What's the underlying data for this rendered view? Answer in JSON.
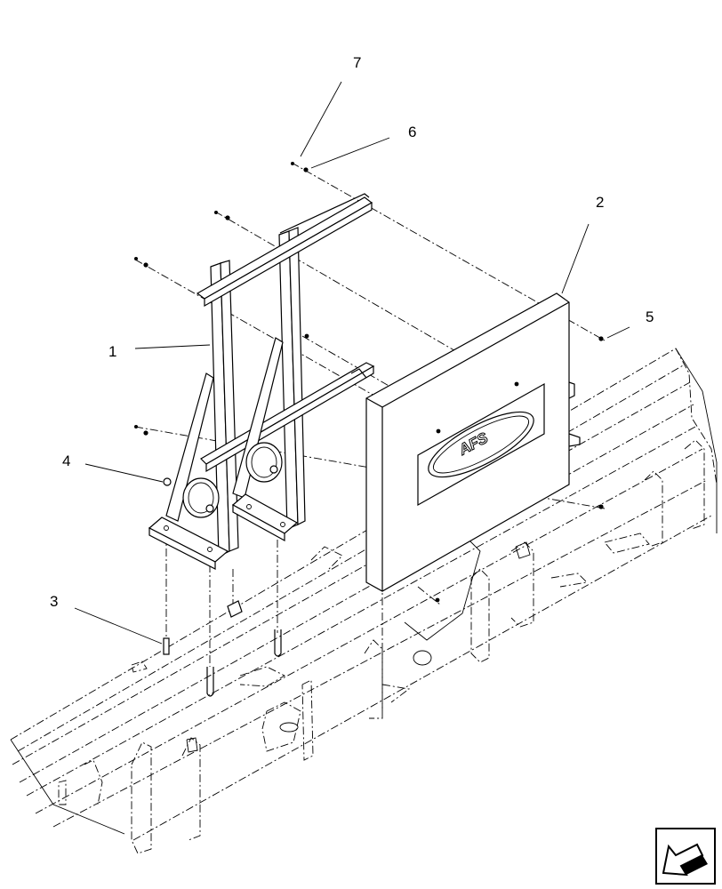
{
  "diagram": {
    "callouts": [
      {
        "id": "7",
        "label": "7"
      },
      {
        "id": "6",
        "label": "6"
      },
      {
        "id": "2",
        "label": "2"
      },
      {
        "id": "5",
        "label": "5"
      },
      {
        "id": "1",
        "label": "1"
      },
      {
        "id": "4",
        "label": "4"
      },
      {
        "id": "3",
        "label": "3"
      }
    ],
    "logo_text": "AFS",
    "nav_icon": "previous-view-arrow-icon"
  }
}
